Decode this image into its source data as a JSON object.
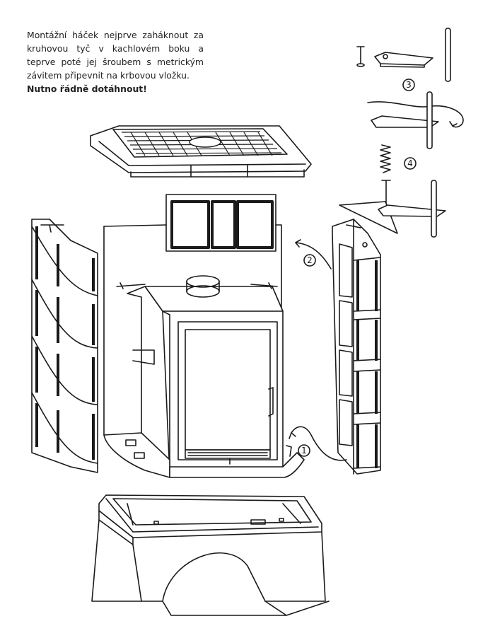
{
  "instructions": {
    "text": "Montážní háček nejprve zaháknout za kruhovou tyč v kachlovém boku a teprve poté jej šroubem s metrickým závitem připevnit na krbovou vložku.",
    "emphasis": "Nutno řádně dotáhnout!"
  },
  "steps": [
    "1",
    "2",
    "3",
    "4"
  ]
}
